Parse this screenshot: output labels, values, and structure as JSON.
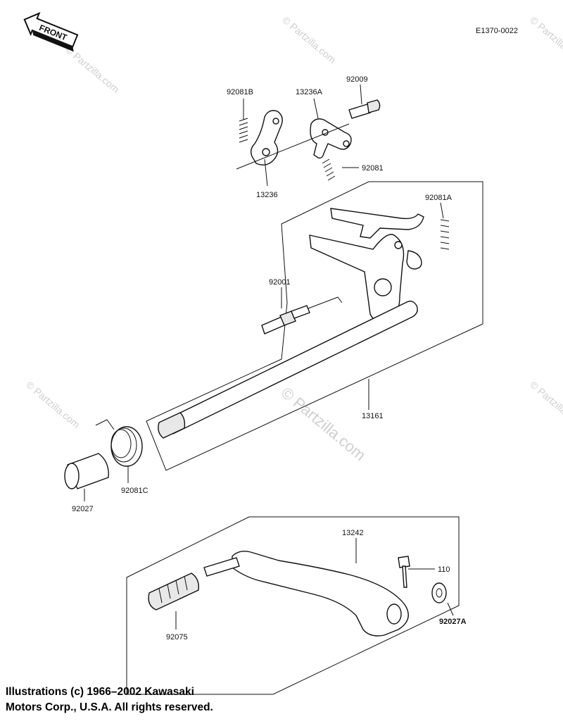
{
  "diagram": {
    "code": "E1370-0022",
    "front_label": "FRONT",
    "watermark_main": "© Partzilla.com",
    "watermark_small": "© Partzilla.com",
    "parts": {
      "p92081B": "92081B",
      "p13236A": "13236A",
      "p92009": "92009",
      "p92081": "92081",
      "p13236": "13236",
      "p92081A": "92081A",
      "p92001": "92001",
      "p13161": "13161",
      "p92027": "92027",
      "p92081C": "92081C",
      "p13242": "13242",
      "p110": "110",
      "p92027A": "92027A",
      "p92075": "92075"
    }
  },
  "footer": {
    "line1": "Illustrations (c) 1966–2002 Kawasaki",
    "line2": "Motors Corp., U.S.A.  All rights reserved."
  }
}
